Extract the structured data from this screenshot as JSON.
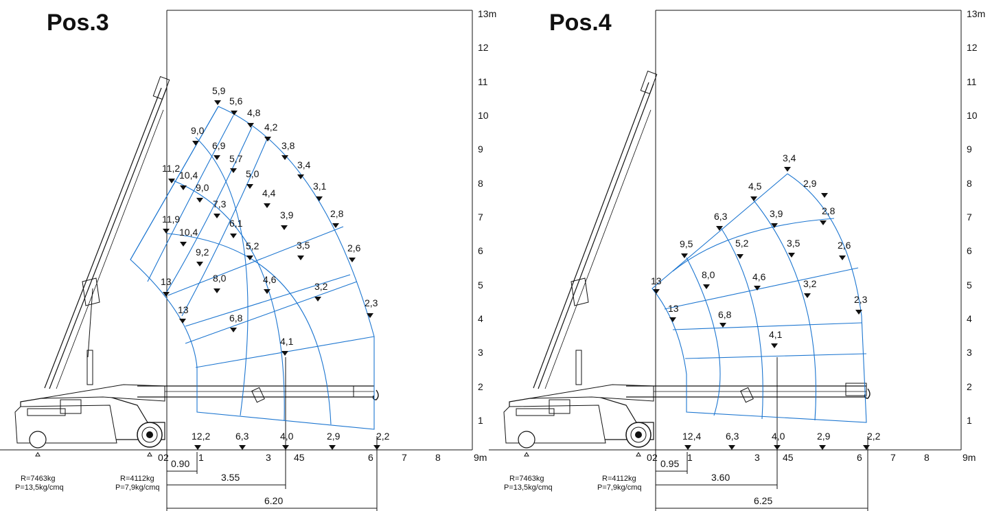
{
  "panels": [
    {
      "title": "Pos.3",
      "y_axis_ticks": [
        "13m",
        "12",
        "11",
        "10",
        "9",
        "8",
        "7",
        "6",
        "5",
        "4",
        "3",
        "2",
        "1"
      ],
      "x_axis_ticks": [
        "0",
        "2",
        "1",
        "3",
        "45",
        "6",
        "7",
        "8",
        "9m"
      ],
      "reactions": [
        {
          "r": "R=7463kg",
          "p": "P=13,5kg/cmq"
        },
        {
          "r": "R=4112kg",
          "p": "P=7,9kg/cmq"
        }
      ],
      "dimensions": [
        "0.90",
        "3.55",
        "6.20"
      ],
      "ground_loads": [
        "12,2",
        "6,3",
        "4,0",
        "2,9",
        "2,2"
      ],
      "load_labels": [
        "5,9",
        "5,6",
        "4,8",
        "4,2",
        "3,8",
        "3,4",
        "3,1",
        "2,8",
        "2,6",
        "2,3",
        "9,0",
        "6,9",
        "5,7",
        "5,0",
        "4,4",
        "3,9",
        "3,5",
        "3,2",
        "11,2",
        "10,4",
        "9,0",
        "7,3",
        "6,1",
        "5,2",
        "4,6",
        "11,9",
        "10,4",
        "9,2",
        "8,0",
        "6,8",
        "4,1",
        "13",
        "13"
      ]
    },
    {
      "title": "Pos.4",
      "y_axis_ticks": [
        "13m",
        "12",
        "11",
        "10",
        "9",
        "8",
        "7",
        "6",
        "5",
        "4",
        "3",
        "2",
        "1"
      ],
      "x_axis_ticks": [
        "0",
        "2",
        "1",
        "3",
        "45",
        "6",
        "7",
        "8",
        "9m"
      ],
      "reactions": [
        {
          "r": "R=7463kg",
          "p": "P=13,5kg/cmq"
        },
        {
          "r": "R=4112kg",
          "p": "P=7,9kg/cmq"
        }
      ],
      "dimensions": [
        "0.95",
        "3.60",
        "6.25"
      ],
      "ground_loads": [
        "12,4",
        "6,3",
        "4,0",
        "2,9",
        "2,2"
      ],
      "load_labels": [
        "3,4",
        "2,9",
        "2,8",
        "2,6",
        "2,3",
        "4,5",
        "3,9",
        "3,5",
        "3,2",
        "6,3",
        "5,2",
        "4,6",
        "4,1",
        "9,5",
        "8,0",
        "6,8",
        "13",
        "13"
      ]
    }
  ]
}
